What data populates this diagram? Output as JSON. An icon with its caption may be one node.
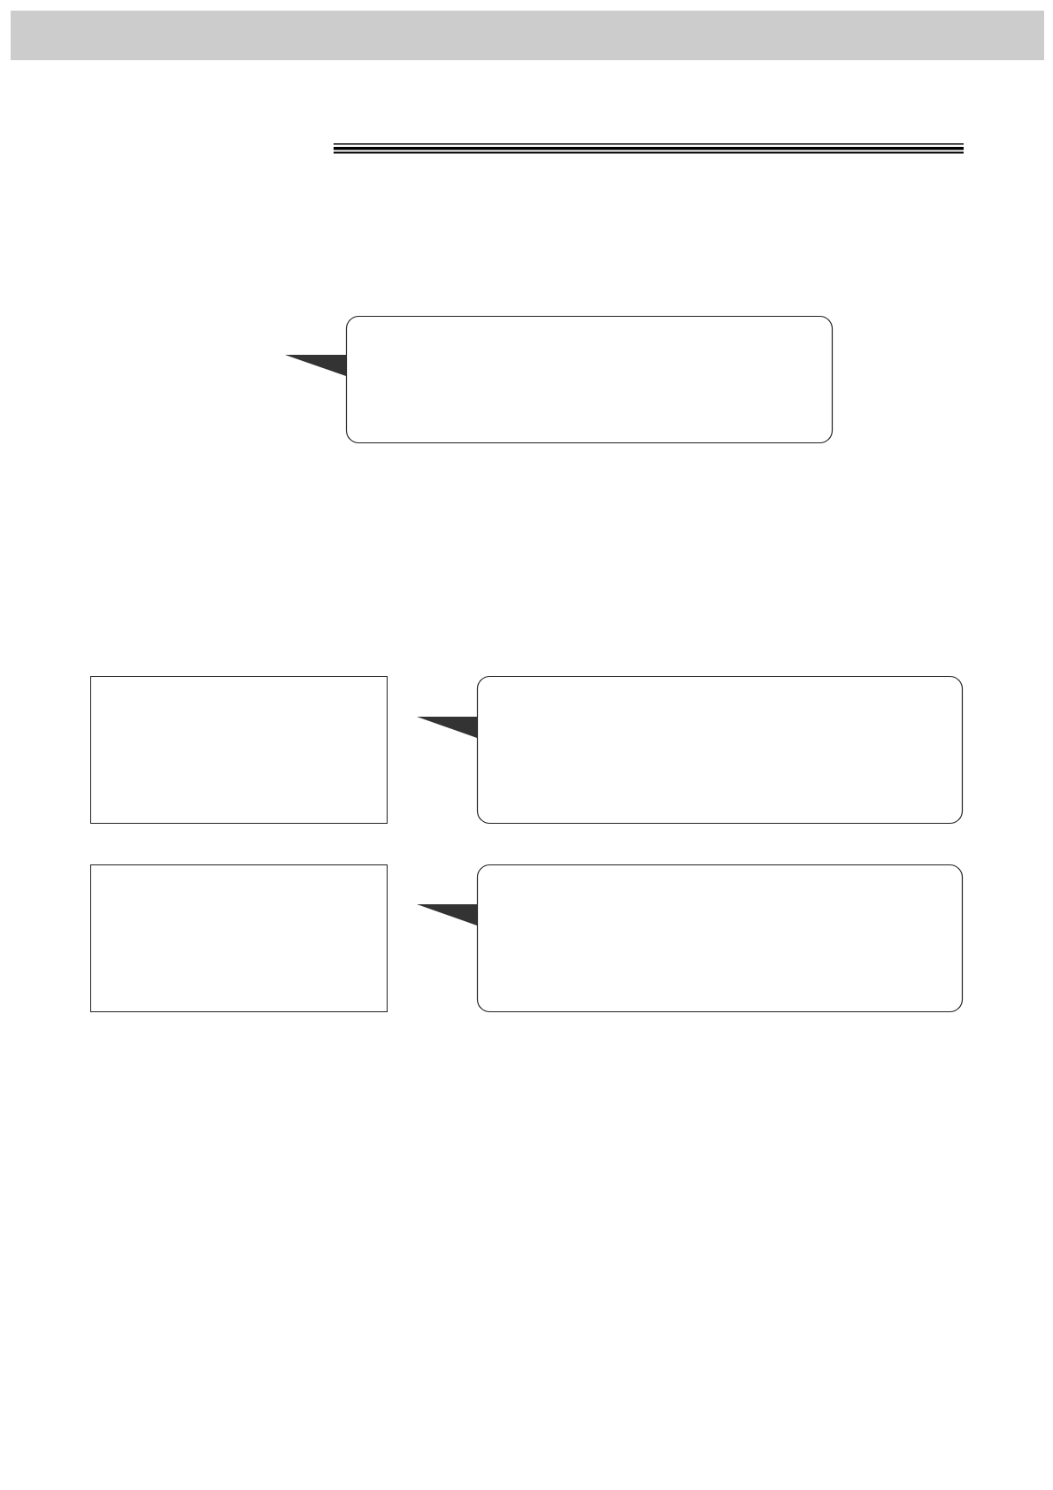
{
  "diagram": {
    "nodes": [
      {
        "text": [],
        "shape": "callout"
      },
      {
        "text": [],
        "shape": "box"
      },
      {
        "text": [],
        "shape": "callout"
      },
      {
        "text": [],
        "shape": "box"
      },
      {
        "text": [],
        "shape": "callout"
      }
    ]
  }
}
